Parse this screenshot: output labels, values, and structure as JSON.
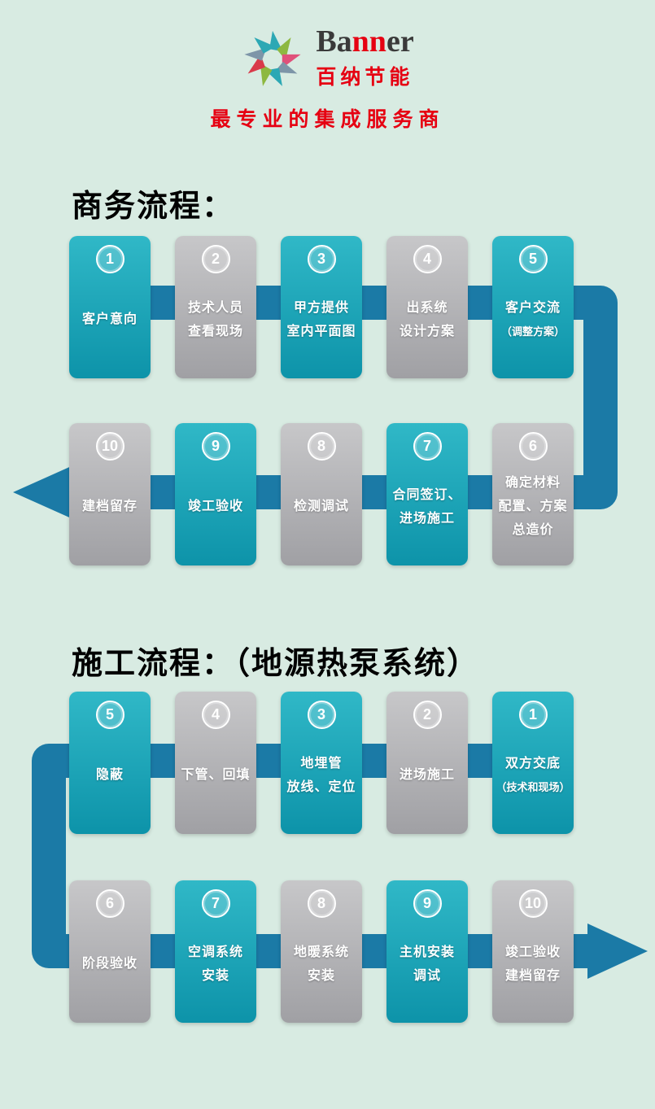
{
  "logo": {
    "brand_part1": "Ba",
    "brand_part2": "nn",
    "brand_part3": "er",
    "brand_cn": "百纳节能",
    "tagline": "最专业的集成服务商"
  },
  "colors": {
    "background": "#d8ebe2",
    "teal_card": "#14a0b4",
    "gray_card": "#b2b2b4",
    "arrow_band": "#1b7aa6",
    "brand_red": "#e60012"
  },
  "sections": [
    {
      "title": "商务流程：",
      "rows": [
        {
          "cards": [
            {
              "num": "1",
              "color": "teal",
              "lines": [
                "客户意向"
              ]
            },
            {
              "num": "2",
              "color": "gray",
              "lines": [
                "技术人员",
                "查看现场"
              ]
            },
            {
              "num": "3",
              "color": "teal",
              "lines": [
                "甲方提供",
                "室内平面图"
              ]
            },
            {
              "num": "4",
              "color": "gray",
              "lines": [
                "出系统",
                "设计方案"
              ]
            },
            {
              "num": "5",
              "color": "teal",
              "lines": [
                "客户交流",
                "（调整方案）"
              ]
            }
          ]
        },
        {
          "cards": [
            {
              "num": "10",
              "color": "gray",
              "lines": [
                "建档留存"
              ]
            },
            {
              "num": "9",
              "color": "teal",
              "lines": [
                "竣工验收"
              ]
            },
            {
              "num": "8",
              "color": "gray",
              "lines": [
                "检测调试"
              ]
            },
            {
              "num": "7",
              "color": "teal",
              "lines": [
                "合同签订、",
                "进场施工"
              ]
            },
            {
              "num": "6",
              "color": "gray",
              "lines": [
                "确定材料",
                "配置、方案",
                "总造价"
              ]
            }
          ]
        }
      ]
    },
    {
      "title": "施工流程：（地源热泵系统）",
      "rows": [
        {
          "cards": [
            {
              "num": "5",
              "color": "teal",
              "lines": [
                "隐蔽"
              ]
            },
            {
              "num": "4",
              "color": "gray",
              "lines": [
                "下管、回填"
              ]
            },
            {
              "num": "3",
              "color": "teal",
              "lines": [
                "地埋管",
                "放线、定位"
              ]
            },
            {
              "num": "2",
              "color": "gray",
              "lines": [
                "进场施工"
              ]
            },
            {
              "num": "1",
              "color": "teal",
              "lines": [
                "双方交底",
                "（技术和现场）"
              ]
            }
          ]
        },
        {
          "cards": [
            {
              "num": "6",
              "color": "gray",
              "lines": [
                "阶段验收"
              ]
            },
            {
              "num": "7",
              "color": "teal",
              "lines": [
                "空调系统",
                "安装"
              ]
            },
            {
              "num": "8",
              "color": "gray",
              "lines": [
                "地暖系统",
                "安装"
              ]
            },
            {
              "num": "9",
              "color": "teal",
              "lines": [
                "主机安装",
                "调试"
              ]
            },
            {
              "num": "10",
              "color": "gray",
              "lines": [
                "竣工验收",
                "建档留存"
              ]
            }
          ]
        }
      ]
    }
  ]
}
